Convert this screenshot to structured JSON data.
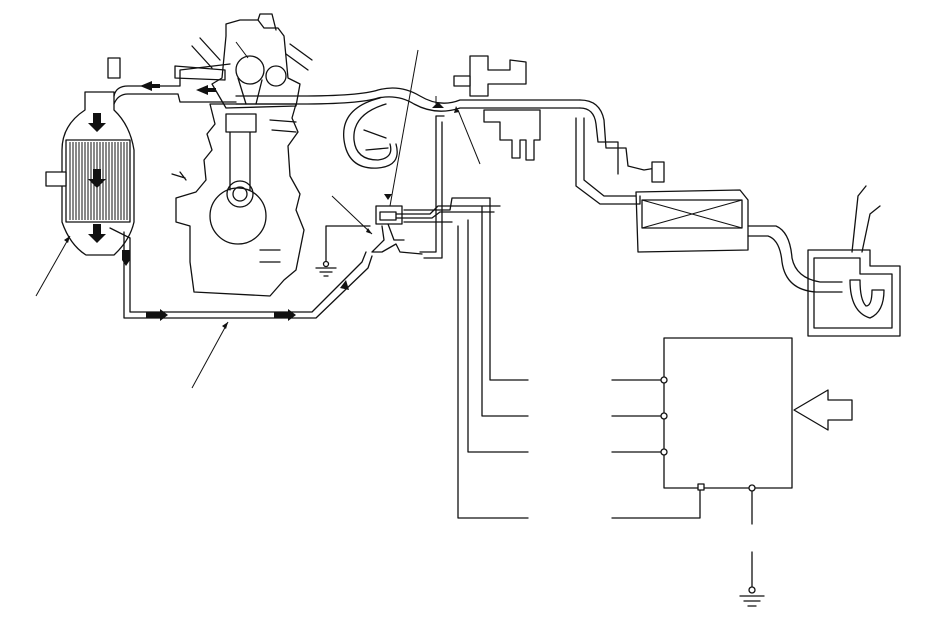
{
  "diagram": {
    "type": "exhaust gas recirculation system schematic",
    "components": [
      {
        "id": "engine-block",
        "icon": "engine-cross-section"
      },
      {
        "id": "catalytic-converter",
        "icon": "converter-honeycomb"
      },
      {
        "id": "egr-valve",
        "icon": "valve-assembly"
      },
      {
        "id": "intake-manifold",
        "icon": "manifold-loop"
      },
      {
        "id": "throttle-body",
        "icon": "throttle-body"
      },
      {
        "id": "air-cleaner",
        "icon": "air-filter-box"
      },
      {
        "id": "control-module",
        "icon": "ecu-box"
      },
      {
        "id": "sensor-input",
        "icon": "input-arrow"
      },
      {
        "id": "ground",
        "icon": "ground-symbol"
      }
    ],
    "leader_lines": 7,
    "colors": {
      "line": "#111111",
      "background": "#ffffff"
    }
  }
}
